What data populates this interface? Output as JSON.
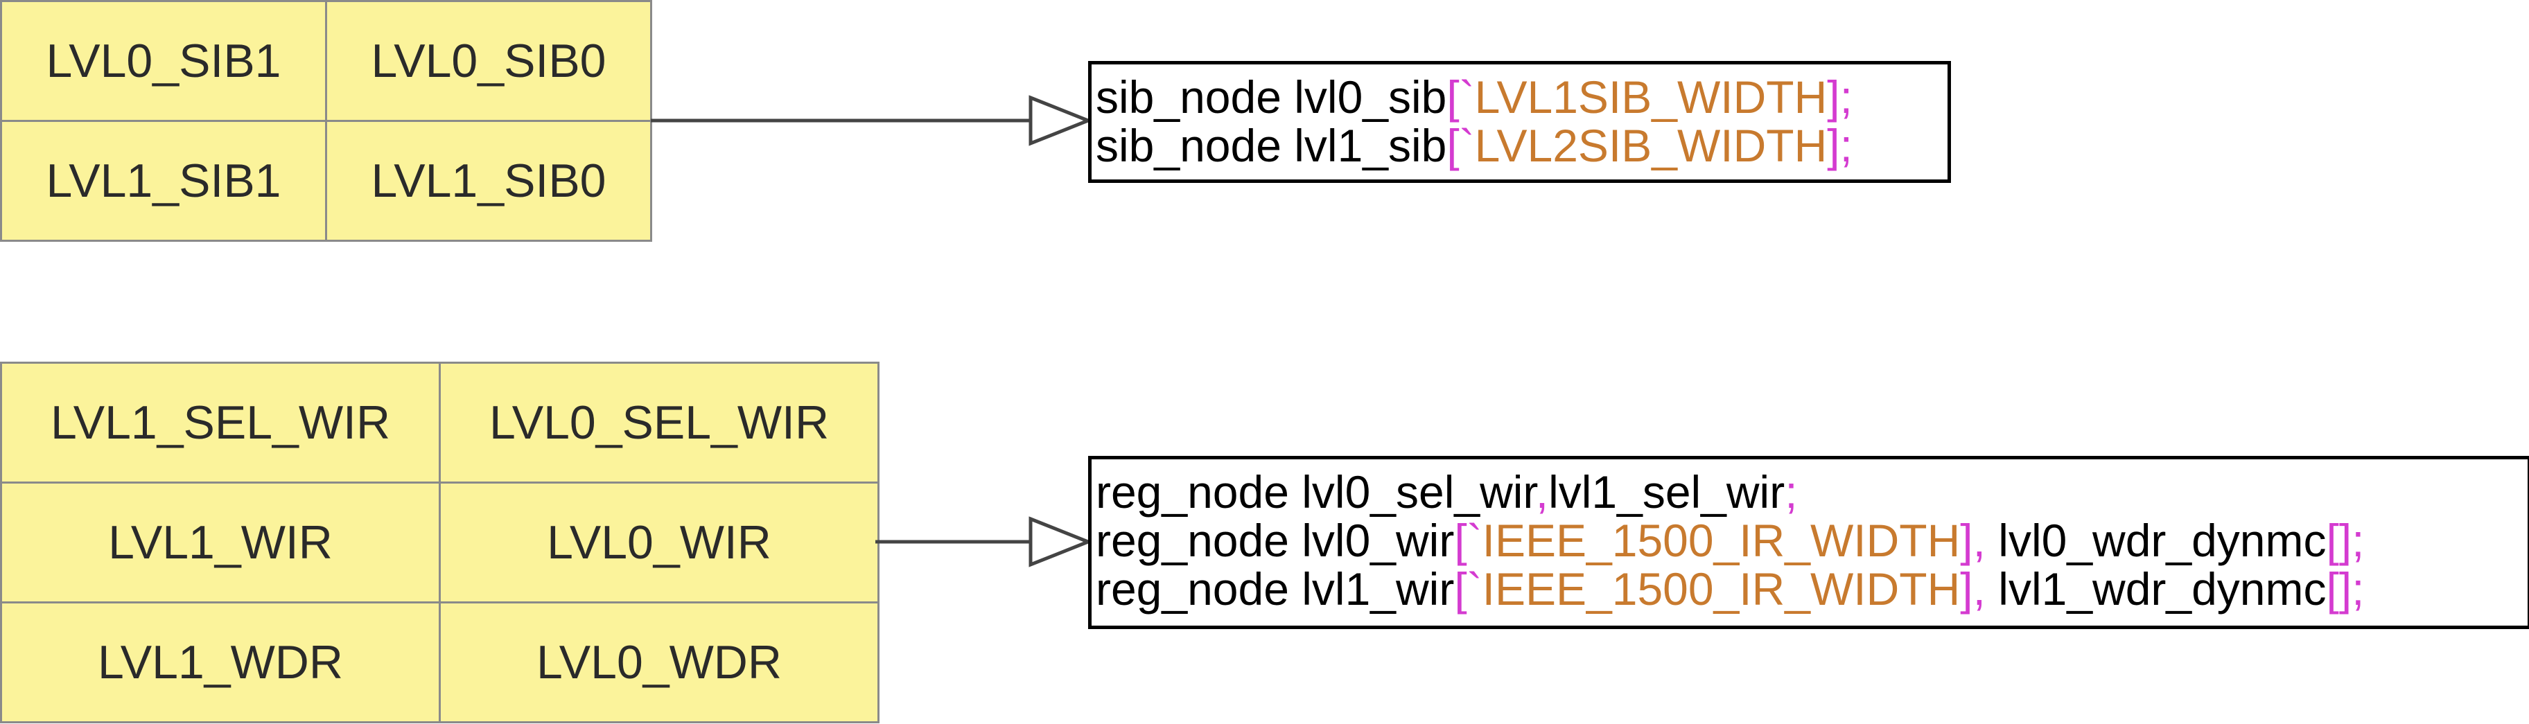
{
  "colors": {
    "cell_fill": "#fbf39b",
    "cell_border": "#8a8a8a",
    "cell_text": "#2a2a2a",
    "code_text": "#000000",
    "punct": "#d43bd0",
    "macro": "#c87a2e",
    "arrow": "#444444"
  },
  "sib_grid": {
    "rows": [
      [
        "LVL0_SIB1",
        "LVL0_SIB0"
      ],
      [
        "LVL1_SIB1",
        "LVL1_SIB0"
      ]
    ]
  },
  "reg_grid": {
    "rows": [
      [
        "LVL1_SEL_WIR",
        "LVL0_SEL_WIR"
      ],
      [
        "LVL1_WIR",
        "LVL0_WIR"
      ],
      [
        "LVL1_WDR",
        "LVL0_WDR"
      ]
    ]
  },
  "sib_code": {
    "lines": [
      [
        {
          "t": "sib_node lvl0_sib",
          "c": "plain"
        },
        {
          "t": "[`",
          "c": "punct"
        },
        {
          "t": "LVL1SIB_WIDTH",
          "c": "macro"
        },
        {
          "t": "];",
          "c": "punct"
        }
      ],
      [
        {
          "t": "sib_node lvl1_sib",
          "c": "plain"
        },
        {
          "t": "[`",
          "c": "punct"
        },
        {
          "t": "LVL2SIB_WIDTH",
          "c": "macro"
        },
        {
          "t": "];",
          "c": "punct"
        }
      ]
    ]
  },
  "reg_code": {
    "lines": [
      [
        {
          "t": "reg_node lvl0_sel_wir",
          "c": "plain"
        },
        {
          "t": ",",
          "c": "punct"
        },
        {
          "t": "lvl1_sel_wir",
          "c": "plain"
        },
        {
          "t": ";",
          "c": "punct"
        }
      ],
      [
        {
          "t": "reg_node lvl0_wir",
          "c": "plain"
        },
        {
          "t": "[`",
          "c": "punct"
        },
        {
          "t": "IEEE_1500_IR_WIDTH",
          "c": "macro"
        },
        {
          "t": "],",
          "c": "punct"
        },
        {
          "t": " lvl0_wdr_dynmc",
          "c": "plain"
        },
        {
          "t": "[];",
          "c": "punct"
        }
      ],
      [
        {
          "t": "reg_node lvl1_wir",
          "c": "plain"
        },
        {
          "t": "[`",
          "c": "punct"
        },
        {
          "t": "IEEE_1500_IR_WIDTH",
          "c": "macro"
        },
        {
          "t": "],",
          "c": "punct"
        },
        {
          "t": " lvl1_wdr_dynmc",
          "c": "plain"
        },
        {
          "t": "[];",
          "c": "punct"
        }
      ]
    ]
  }
}
